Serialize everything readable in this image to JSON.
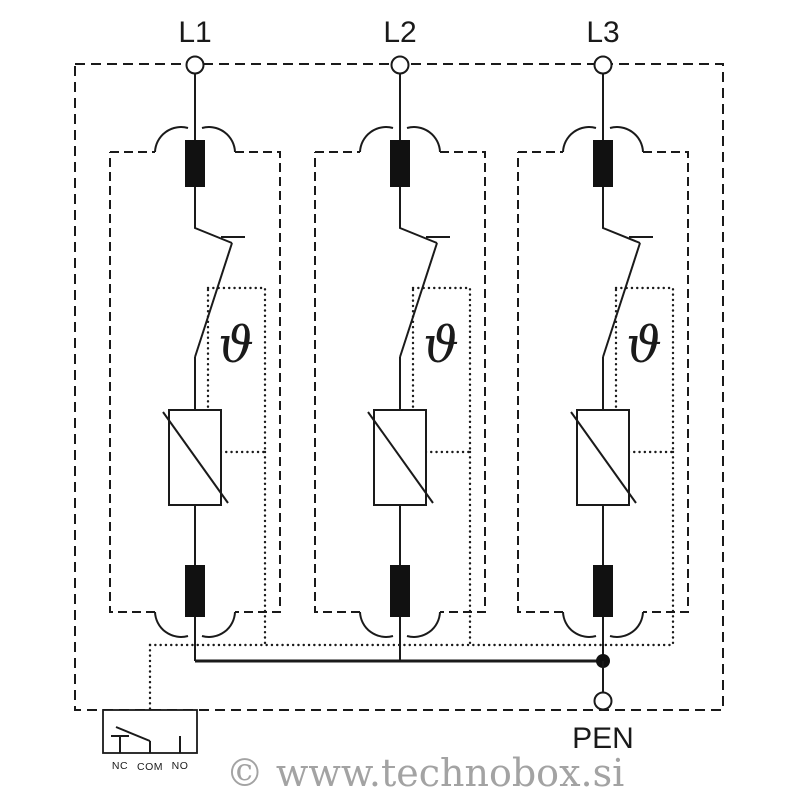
{
  "diagram": {
    "phases": [
      {
        "label": "L1"
      },
      {
        "label": "L2"
      },
      {
        "label": "L3"
      }
    ],
    "pen_label": "PEN",
    "thermal_symbol": "ϑ",
    "relay": {
      "nc_label": "NC",
      "com_label": "COM",
      "no_label": "NO"
    },
    "watermark": "© www.technobox.si",
    "colors": {
      "line": "#1a1a1a",
      "watermark": "#a3a3a3"
    }
  }
}
